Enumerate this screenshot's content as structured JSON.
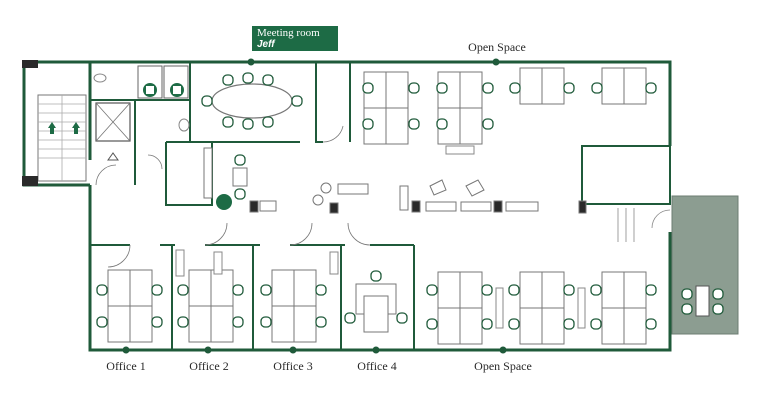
{
  "colors": {
    "wall": "#1f5a3a",
    "accent": "#1d6b45",
    "furniture_stroke": "#6f6f6f",
    "terrace": "#8c9d91"
  },
  "meeting_room": {
    "label": "Meeting room",
    "name": "Jeff"
  },
  "labels": {
    "open_space_top": "Open Space",
    "open_space_bottom": "Open Space",
    "office_1": "Office 1",
    "office_2": "Office 2",
    "office_3": "Office 3",
    "office_4": "Office 4"
  },
  "icons": [
    "restroom-icon",
    "restroom-icon",
    "accessible-icon",
    "staircase-icon",
    "elevator-icon"
  ]
}
